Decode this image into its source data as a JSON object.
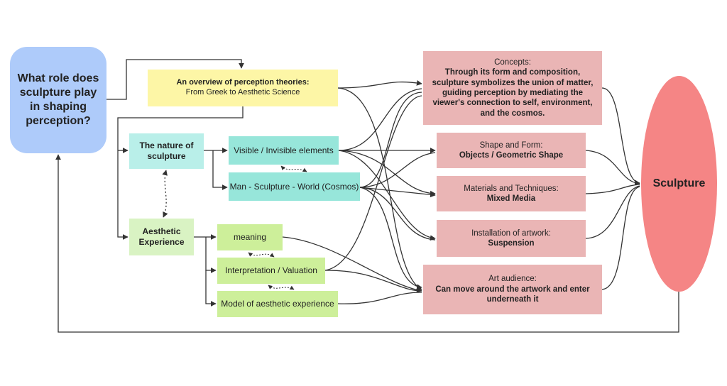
{
  "question": "What role does sculpture play in shaping perception?",
  "overview": {
    "title": "An overview of perception theories:",
    "subtitle": "From Greek to Aesthetic Science"
  },
  "nature": "The nature of sculpture",
  "aesthetic": "Aesthetic Experience",
  "visible": "Visible / Invisible elements",
  "man": "Man - Sculpture - World (Cosmos)",
  "meaning": "meaning",
  "interpretation": "Interpretation / Valuation",
  "model": "Model of aesthetic experience",
  "concepts": {
    "label": "Concepts:",
    "text": "Through its form and composition, sculpture symbolizes the union of matter, guiding perception by mediating the viewer's connection to self, environment, and the cosmos."
  },
  "shape": {
    "label": "Shape and Form:",
    "text": "Objects / Geometric Shape"
  },
  "materials": {
    "label": "Materials and Techniques:",
    "text": "Mixed Media"
  },
  "installation": {
    "label": "Installation of artwork:",
    "text": "Suspension"
  },
  "audience": {
    "label": "Art audience:",
    "text": "Can move around the artwork and enter underneath it"
  },
  "sculpture": "Sculpture",
  "colors": {
    "question": "#aecbfa",
    "overview": "#fdf6a6",
    "teal": "#97e6da",
    "teal_light": "#b9efe9",
    "green": "#cdef9a",
    "green_light": "#d9f3c3",
    "pink": "#eab5b5",
    "sculpture": "#f58585",
    "line": "#333333"
  }
}
